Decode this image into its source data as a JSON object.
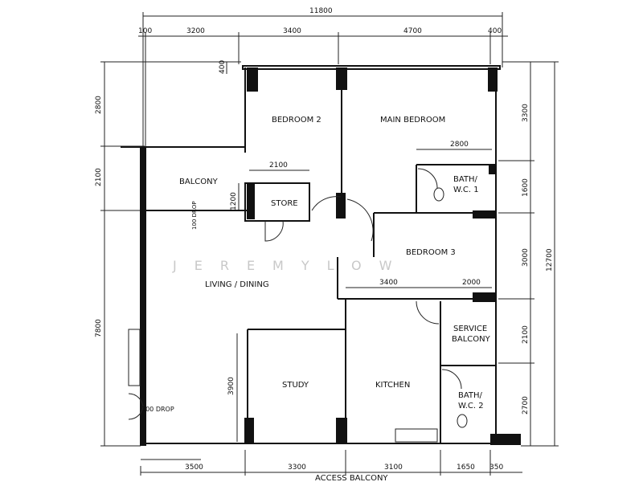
{
  "watermark": "JEREMYLOW",
  "dimensions": {
    "top_total": "11800",
    "top_segments": [
      "100",
      "3200",
      "3400",
      "4700",
      "400"
    ],
    "top_offset": "400",
    "left": [
      "2800",
      "2100",
      "7800"
    ],
    "right": [
      "3300",
      "1600",
      "3000",
      "2100",
      "2700"
    ],
    "right_total": "12700",
    "store_width": "2100",
    "store_height": "1200",
    "balcony_drop": "100 DROP",
    "bath1_width": "2800",
    "bedroom3_width": "3400",
    "bedroom3_right": "2000",
    "study_height": "3900",
    "bottom_drop": "100 DROP",
    "bottom_segments": [
      "3500",
      "3300",
      "3100",
      "1650",
      "350"
    ]
  },
  "rooms": {
    "bedroom2": "BEDROOM 2",
    "main_bedroom": "MAIN BEDROOM",
    "bath1_line1": "BATH/",
    "bath1_line2": "W.C. 1",
    "balcony": "BALCONY",
    "store": "STORE",
    "bedroom3": "BEDROOM 3",
    "living_dining": "LIVING / DINING",
    "service_balcony_line1": "SERVICE",
    "service_balcony_line2": "BALCONY",
    "study": "STUDY",
    "kitchen": "KITCHEN",
    "bath2_line1": "BATH/",
    "bath2_line2": "W.C. 2"
  },
  "access_balcony": "ACCESS BALCONY"
}
